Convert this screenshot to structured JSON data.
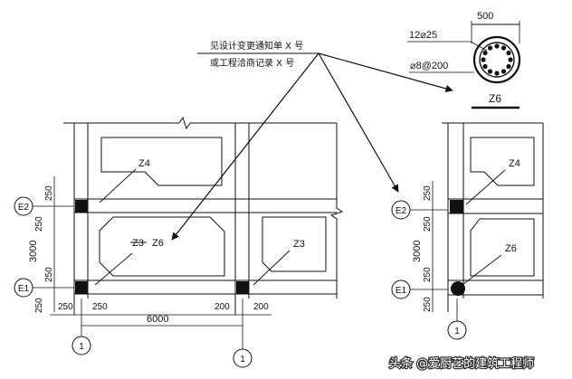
{
  "note": {
    "line1": "见设计变更通知单 X 号",
    "line2": "或工程洽商记录 X 号"
  },
  "detail": {
    "rebar_main": "12⌀25",
    "stirrup": "⌀8@200",
    "width": "500",
    "label": "Z6"
  },
  "left_plan": {
    "column_top": "Z4",
    "column_changed_old": "Z3",
    "column_changed_new": "Z6",
    "column_right": "Z3",
    "axis_e2": "E2",
    "axis_e1": "E1",
    "axis_1a": "1",
    "axis_1b": "1",
    "dim_e2_above": "250",
    "dim_e2_below": "250",
    "dim_span_vertical": "3000",
    "dim_e1_above": "250",
    "dim_e1_below": "250",
    "dim_left_a": "250",
    "dim_left_b": "250",
    "dim_right_a": "200",
    "dim_right_b": "200",
    "dim_span_horizontal": "6000"
  },
  "right_plan": {
    "column_top": "Z4",
    "column_bottom": "Z6",
    "axis_e2": "E2",
    "axis_e1": "E1",
    "axis_1": "1",
    "dim_e2_above": "250",
    "dim_e2_below": "250",
    "dim_span_vertical": "3000",
    "dim_e1_above": "250",
    "dim_e1_below": "250"
  },
  "watermark": "头条 @爱厨艺的建筑工程师"
}
